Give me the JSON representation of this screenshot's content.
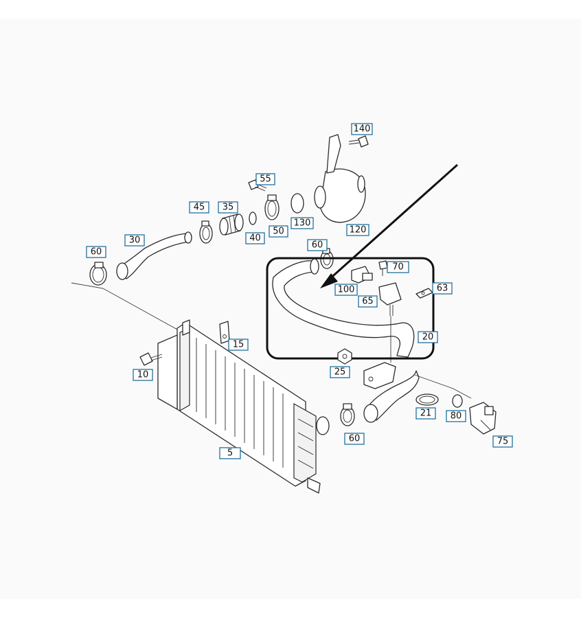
{
  "diagram": {
    "highlight_color": "#111111",
    "callout_border_color": "#1f6f9f",
    "callouts": [
      {
        "id": "c140",
        "label": "140"
      },
      {
        "id": "c55",
        "label": "55"
      },
      {
        "id": "c45",
        "label": "45"
      },
      {
        "id": "c35",
        "label": "35"
      },
      {
        "id": "c130",
        "label": "130"
      },
      {
        "id": "c40",
        "label": "40"
      },
      {
        "id": "c50",
        "label": "50"
      },
      {
        "id": "c120",
        "label": "120"
      },
      {
        "id": "c30",
        "label": "30"
      },
      {
        "id": "c60a",
        "label": "60"
      },
      {
        "id": "c60b",
        "label": "60"
      },
      {
        "id": "c70",
        "label": "70"
      },
      {
        "id": "c100",
        "label": "100"
      },
      {
        "id": "c63",
        "label": "63"
      },
      {
        "id": "c65",
        "label": "65"
      },
      {
        "id": "c15",
        "label": "15"
      },
      {
        "id": "c20",
        "label": "20"
      },
      {
        "id": "c10",
        "label": "10"
      },
      {
        "id": "c25",
        "label": "25"
      },
      {
        "id": "c21",
        "label": "21"
      },
      {
        "id": "c80",
        "label": "80"
      },
      {
        "id": "c60c",
        "label": "60"
      },
      {
        "id": "c75",
        "label": "75"
      },
      {
        "id": "c5",
        "label": "5"
      }
    ]
  }
}
